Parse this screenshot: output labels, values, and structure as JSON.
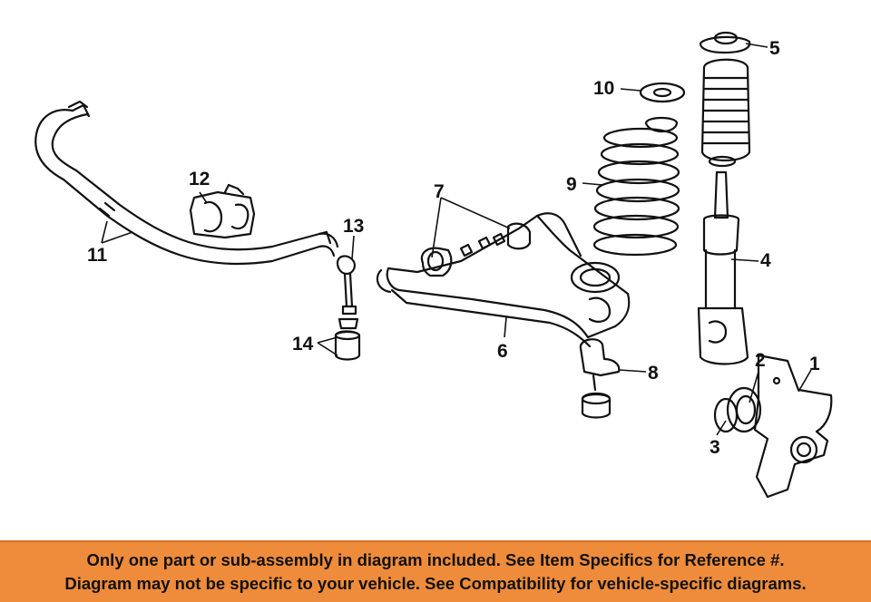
{
  "diagram": {
    "callouts": {
      "c1": "1",
      "c2": "2",
      "c3": "3",
      "c4": "4",
      "c5": "5",
      "c6": "6",
      "c7": "7",
      "c8": "8",
      "c9": "9",
      "c10": "10",
      "c11": "11",
      "c12": "12",
      "c13": "13",
      "c14": "14"
    },
    "line_color": "#111111"
  },
  "notice": {
    "line1": "Only one part or sub-assembly in diagram included. See Item Specifics for Reference #.",
    "line2": "Diagram may not be specific to your vehicle. See Compatibility for vehicle-specific diagrams.",
    "background": "#ef8c3b"
  }
}
